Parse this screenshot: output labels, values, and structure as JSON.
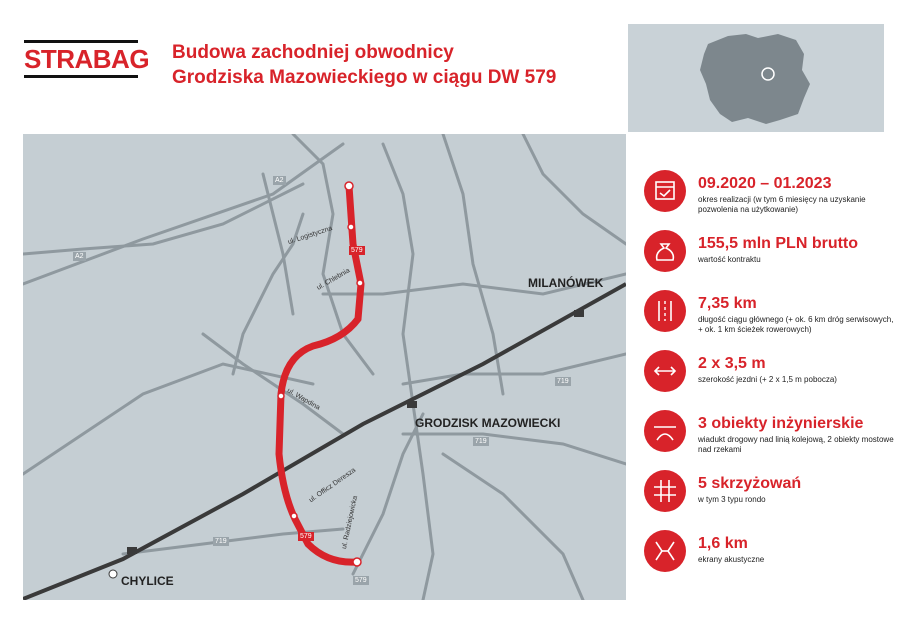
{
  "brand": {
    "logo_text": "STRABAG",
    "logo_color": "#d8232a"
  },
  "title": {
    "line1": "Budowa zachodniej obwodnicy",
    "line2": "Grodziska Mazowieckiego w ciągu DW 579"
  },
  "map": {
    "cities": {
      "milanowek": "MILANÓWEK",
      "grodzisk": "GRODZISK MAZOWIECKI",
      "chylice": "CHYLICE"
    },
    "streets": {
      "logistyczna": "ul. Logistyczna",
      "chlebnia": "ul. Chlebnia",
      "wapdina": "ul. Wapdina",
      "orzeszowa": "ul. Officz Dereszа",
      "radziejowicka": "ul. Radziejowicka"
    },
    "roads": {
      "a2_top": "A2",
      "a2_left": "A2",
      "dw579_a": "579",
      "dw579_b": "579",
      "dw579_c": "579",
      "dw719_a": "719",
      "dw719_b": "719",
      "dw719_c": "719"
    },
    "colors": {
      "background": "#c5ced3",
      "roads": "#8f999f",
      "railway": "#3a3a3a",
      "route": "#d8232a"
    }
  },
  "facts": [
    {
      "icon": "calendar-icon",
      "value": "09.2020 – 01.2023",
      "desc": "okres realizacji (w tym 6 miesięcy na uzyskanie pozwolenia na użytkowanie)"
    },
    {
      "icon": "money-bag-icon",
      "value": "155,5 mln PLN brutto",
      "desc": "wartość kontraktu"
    },
    {
      "icon": "road-icon",
      "value": "7,35 km",
      "desc": "długość ciągu głównego (+ ok. 6 km dróg serwisowych, + ok. 1 km ścieżek rowerowych)"
    },
    {
      "icon": "width-arrows-icon",
      "value": "2 x 3,5 m",
      "desc": "szerokość jezdni (+ 2 x 1,5 m pobocza)"
    },
    {
      "icon": "bridge-icon",
      "value": "3 obiekty inżynierskie",
      "desc": "wiadukt drogowy nad linią kolejową, 2 obiekty mostowe nad rzekami"
    },
    {
      "icon": "intersection-icon",
      "value": "5 skrzyżowań",
      "desc": "w tym 3 typu rondo"
    },
    {
      "icon": "noise-barrier-icon",
      "value": "1,6 km",
      "desc": "ekrany akustyczne"
    }
  ]
}
